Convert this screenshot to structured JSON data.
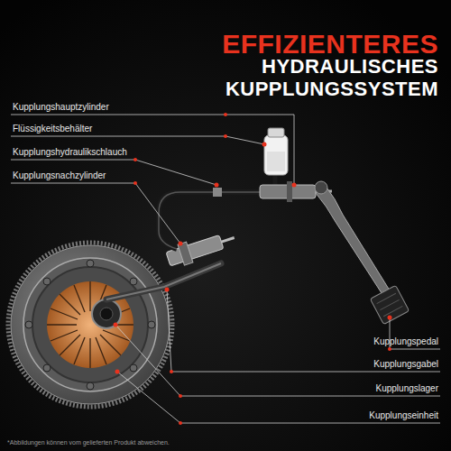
{
  "diagram": {
    "title": "EFFIZIENTERES HYDRAULISCHES KUPPLUNGSSYSTEM",
    "labels": [
      "Kupplungshauptzylinder",
      "Flüssigkeitsbehälter",
      "Kupplungshydraulikschlauch",
      "Kupplungsnachzylinder",
      "Kupplungspedal",
      "Kupplungsgabel",
      "Kupplungslager",
      "Kupplungseinheit",
      "*Abbildungen können vom gelieferten Produkt abweichen."
    ]
  }
}
